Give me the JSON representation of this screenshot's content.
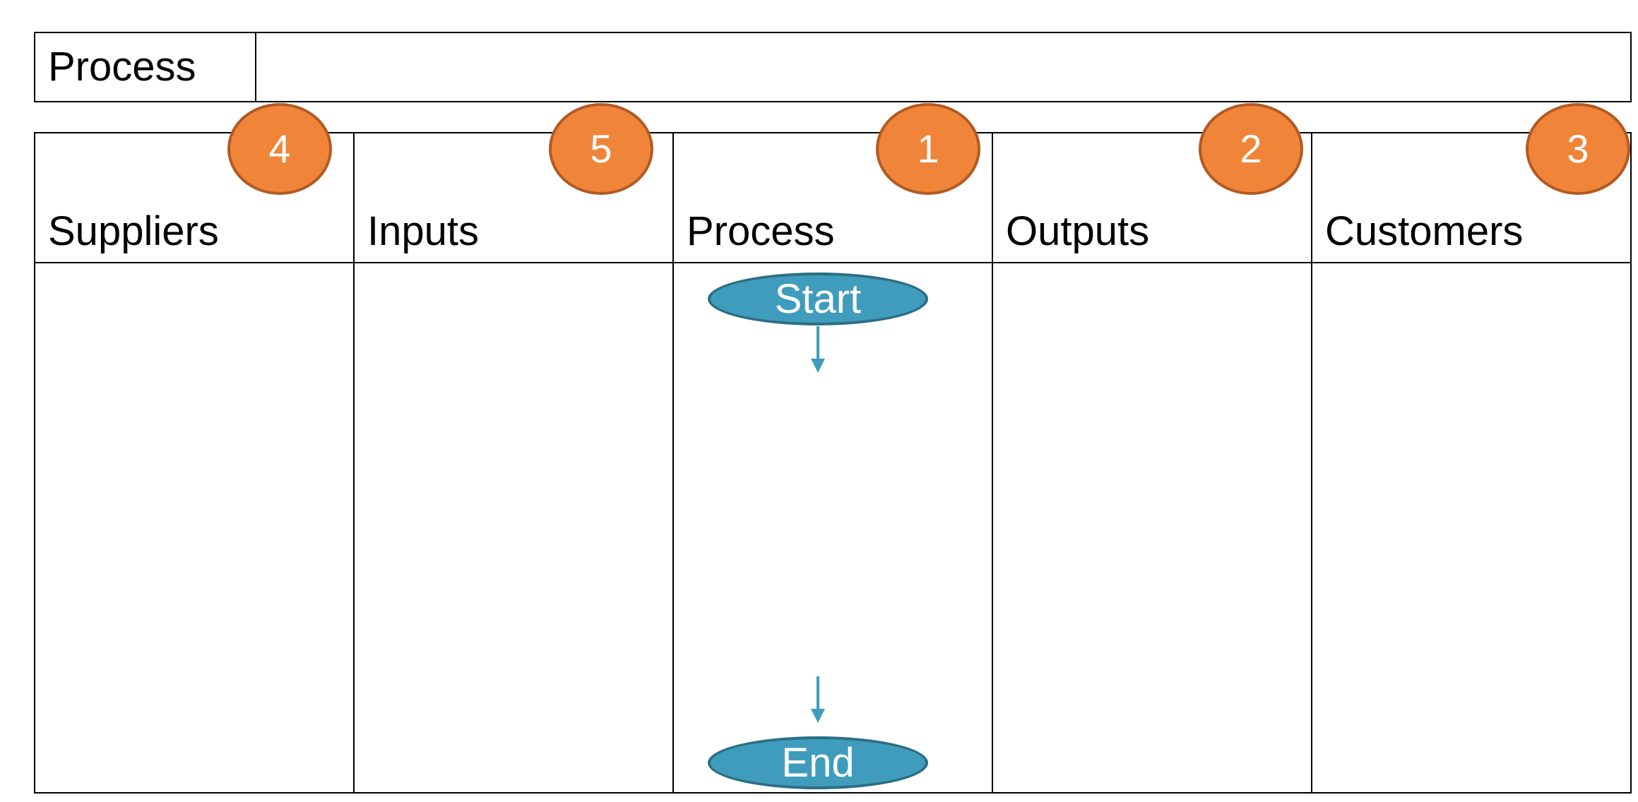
{
  "header": {
    "label": "Process",
    "value": ""
  },
  "columns": [
    {
      "title": "Suppliers",
      "step": "4"
    },
    {
      "title": "Inputs",
      "step": "5"
    },
    {
      "title": "Process",
      "step": "1"
    },
    {
      "title": "Outputs",
      "step": "2"
    },
    {
      "title": "Customers",
      "step": "3"
    }
  ],
  "flow": {
    "start_label": "Start",
    "end_label": "End"
  },
  "colors": {
    "badge_fill": "#f0853a",
    "badge_border": "#b25a23",
    "terminator_fill": "#3f9cbd",
    "terminator_border": "#2c6e85",
    "arrow": "#3f9cbd",
    "grid_line": "#000000"
  }
}
